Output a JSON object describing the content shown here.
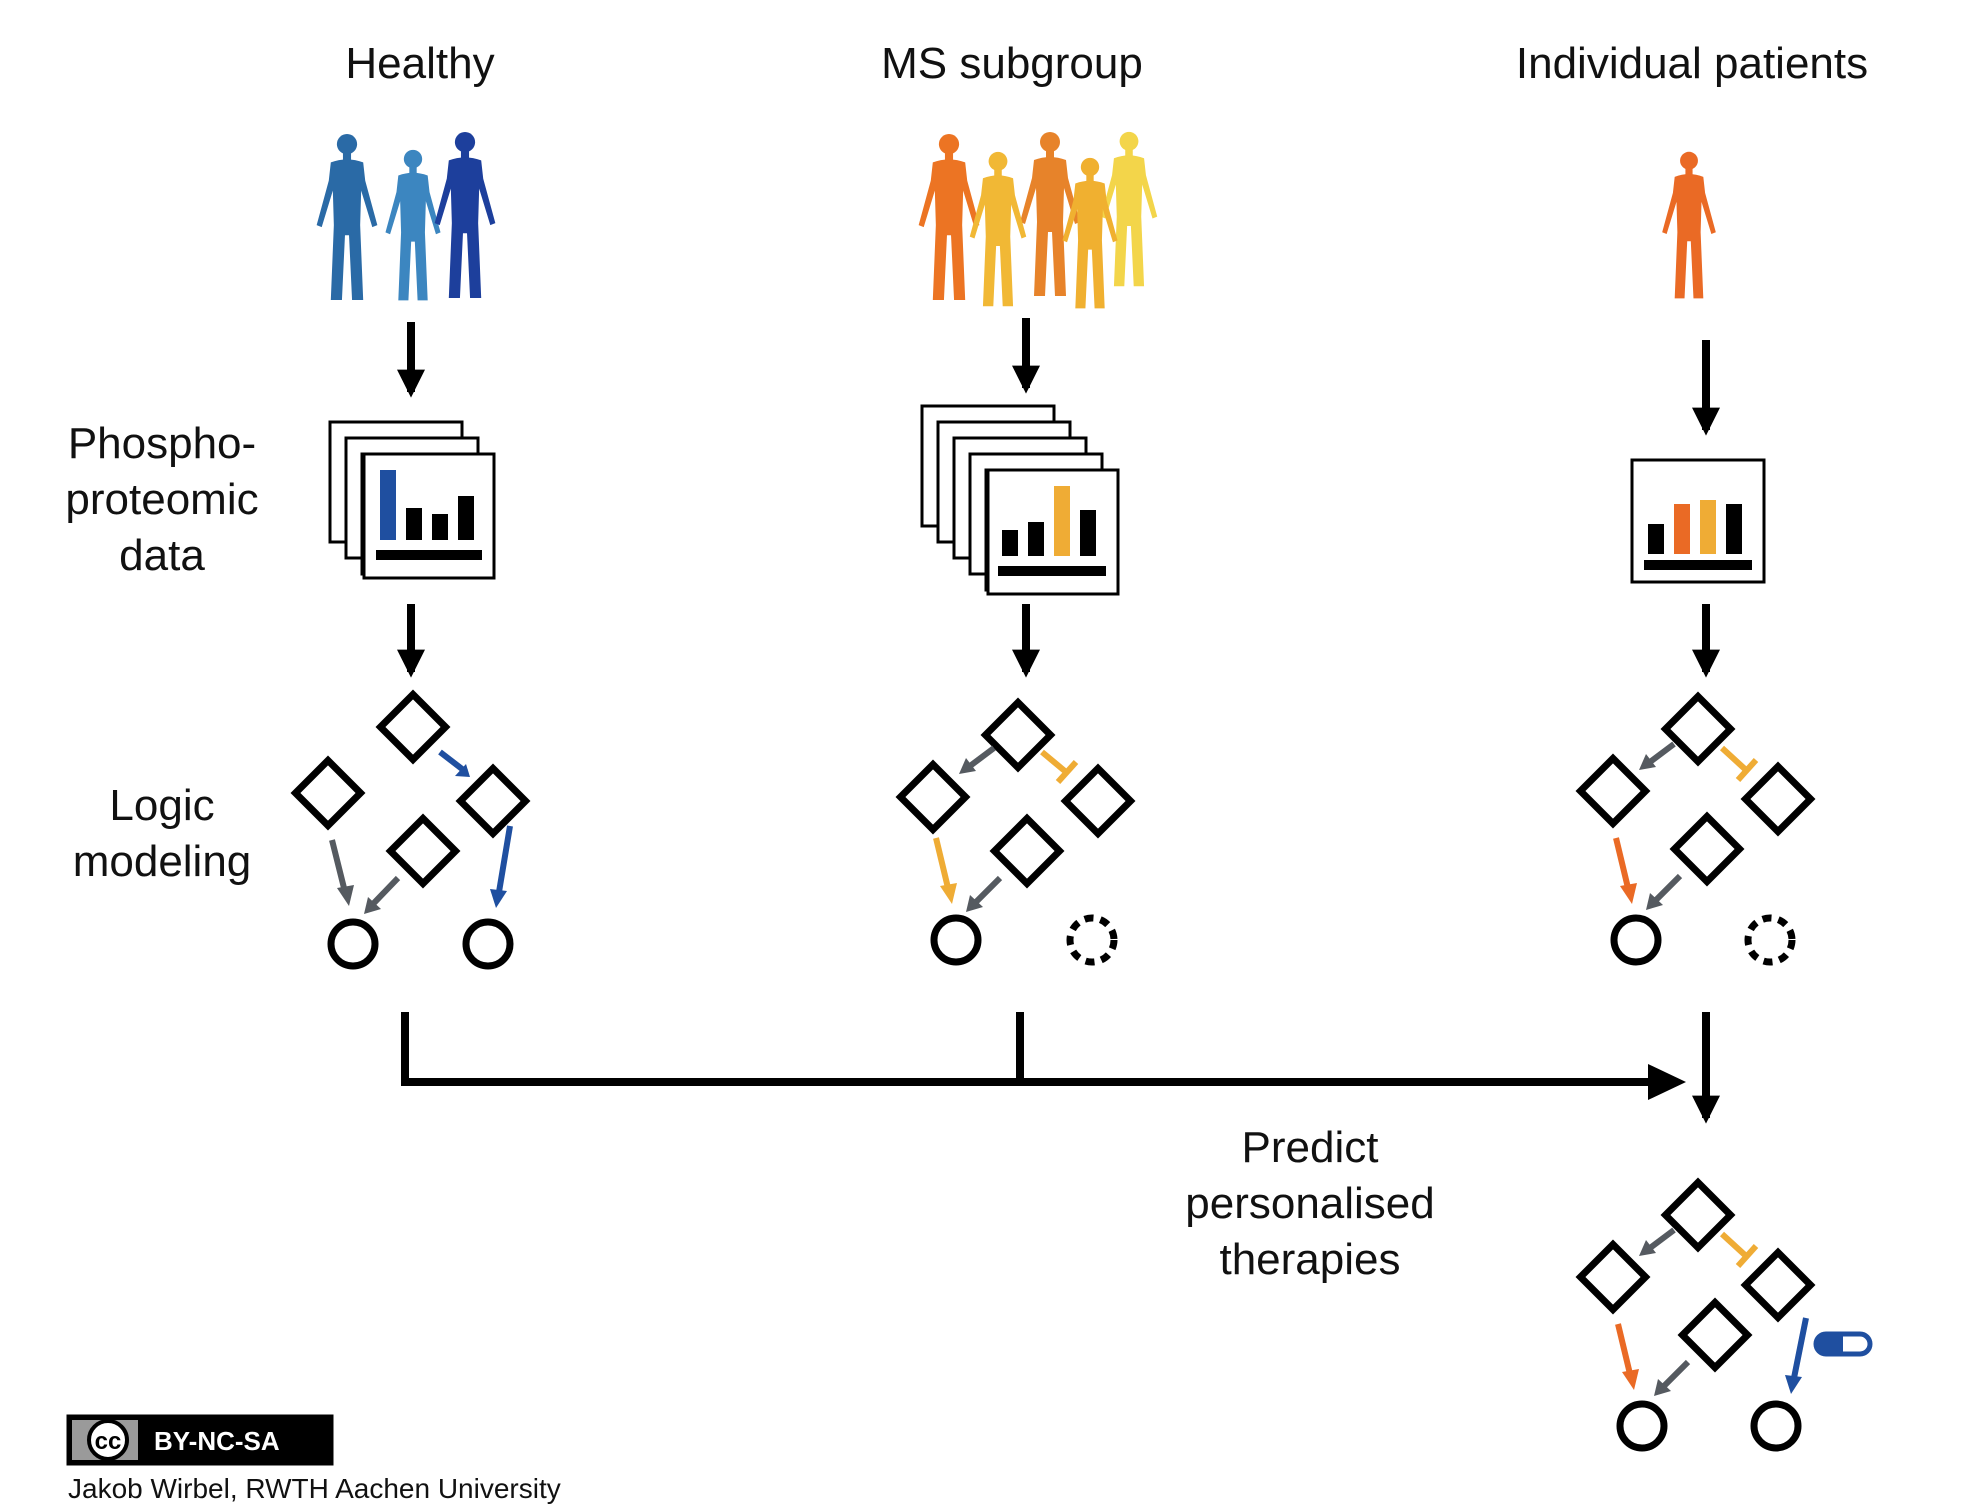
{
  "columns": [
    {
      "title": "Healthy"
    },
    {
      "title": "MS subgroup"
    },
    {
      "title": "Individual patients"
    }
  ],
  "row_labels": {
    "data": [
      "Phospho-",
      "proteomic",
      "data"
    ],
    "model": [
      "Logic",
      "modeling"
    ]
  },
  "prediction_label": [
    "Predict",
    "personalised",
    "therapies"
  ],
  "license": {
    "cc": "cc",
    "text": "BY-NC-SA"
  },
  "credit": "Jakob Wirbel, RWTH Aachen University",
  "colors": {
    "black": "#000000",
    "gray": "#555a60",
    "blue": "#1f4fa0",
    "orange": "#ea6a25",
    "yellow": "#efac35",
    "blue_people": [
      "#2a6aa6",
      "#3c86c0",
      "#1d3f9c"
    ],
    "ms_people": [
      "#ec7423",
      "#f1b835",
      "#e7832a",
      "#f0b030",
      "#f3d54a"
    ]
  }
}
